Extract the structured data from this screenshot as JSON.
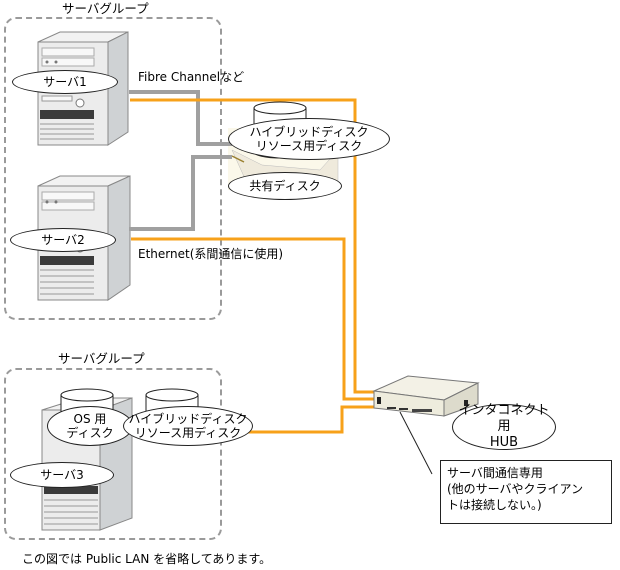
{
  "diagram": {
    "colors": {
      "ethernet_line": "#f7a11a",
      "fibre_line": "#a0a0a0",
      "group_border": "#9a9a9a",
      "server_body": "#e8e8e8",
      "server_side": "#cfd2d4",
      "hub_body": "#eeeee0"
    },
    "groups": [
      {
        "title": "サーバグループ",
        "servers": [
          {
            "label": "サーバ1"
          },
          {
            "label": "サーバ2"
          }
        ]
      },
      {
        "title": "サーバグループ",
        "servers": [
          {
            "label": "サーバ3"
          }
        ],
        "disks": [
          {
            "lines": [
              "OS 用",
              "ディスク"
            ]
          },
          {
            "lines": [
              "ハイブリッドディスク",
              "リソース用ディスク"
            ]
          }
        ]
      }
    ],
    "shared_storage": {
      "disk_label_lines": [
        "ハイブリッドディスク",
        "リソース用ディスク"
      ],
      "shared_label": "共有ディスク"
    },
    "connections": {
      "fibre_label": "Fibre Channelなど",
      "ethernet_label": "Ethernet(系間通信に使用)"
    },
    "hub": {
      "label_lines": [
        "インタコネクト用",
        "HUB"
      ]
    },
    "note": {
      "lines": [
        "サーバ間通信専用",
        "(他のサーバやクライアン",
        "トは接続しない。)"
      ]
    },
    "footnote": "この図では Public LAN を省略してあります。"
  }
}
